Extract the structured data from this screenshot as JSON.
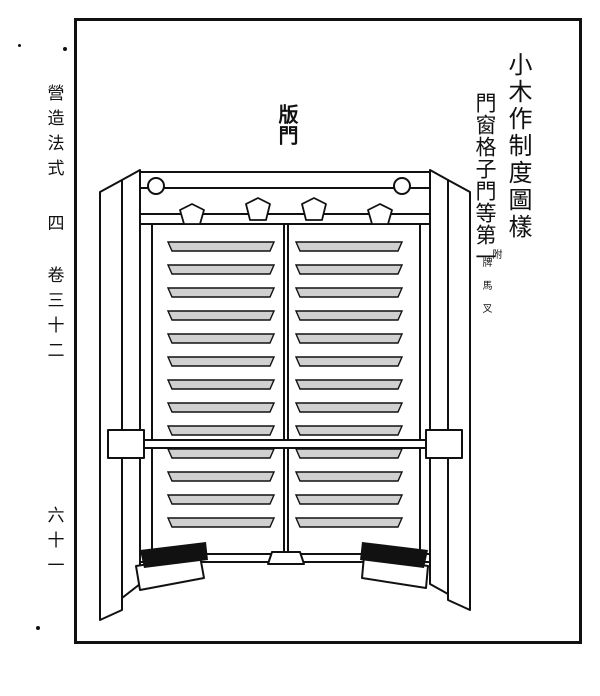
{
  "margin": {
    "book_title": [
      "營",
      "造",
      "法",
      "式"
    ],
    "volume_no": [
      "四"
    ],
    "juan": [
      "卷",
      "三",
      "十",
      "二"
    ],
    "page_no": [
      "六",
      "十",
      "一"
    ]
  },
  "heading": {
    "main_title": "小木作制度圖樣",
    "sub_title": "門窗格子門等第一",
    "sub_note": "附",
    "sub_note_small": "牌 馬 叉"
  },
  "figure": {
    "label": "版門",
    "subject": "door-panel-drawing",
    "plank_rows": 13
  }
}
